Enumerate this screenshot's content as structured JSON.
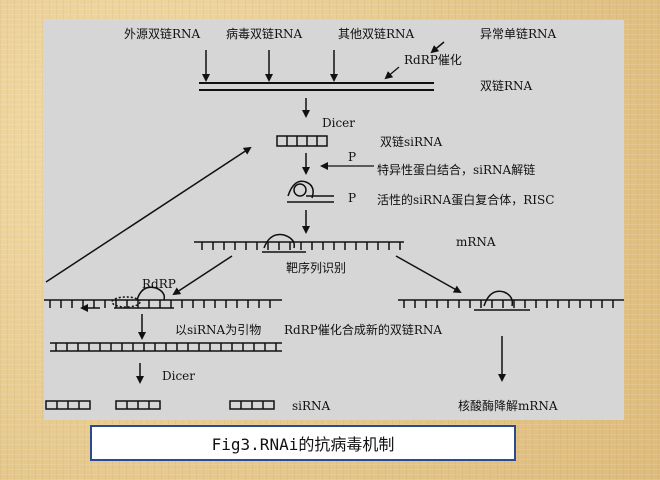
{
  "diagram": {
    "top_labels": {
      "exogenous_dsrna": "外源双链RNA",
      "viral_dsrna": "病毒双链RNA",
      "other_dsrna": "其他双链RNA",
      "aberrant_ssrna": "异常单链RNA"
    },
    "rdrp_catalysis": "RdRP催化",
    "dsrna": "双链RNA",
    "dicer_top": "Dicer",
    "ds_sirna": "双链siRNA",
    "phosphate_a": "P",
    "specific_binding": "特异性蛋白结合，siRNA解链",
    "phosphate_b": "P",
    "active_risc": "活性的siRNA蛋白复合体，RISC",
    "mrna": "mRNA",
    "target_recognition": "靶序列识别",
    "rdrp": "RdRP",
    "primer": "以siRNA为引物",
    "new_dsrna": "RdRP催化合成新的双链RNA",
    "dicer_bottom": "Dicer",
    "sirna": "siRNA",
    "degradation": "核酸酶降解mRNA"
  },
  "caption": "Fig3.RNAi的抗病毒机制"
}
